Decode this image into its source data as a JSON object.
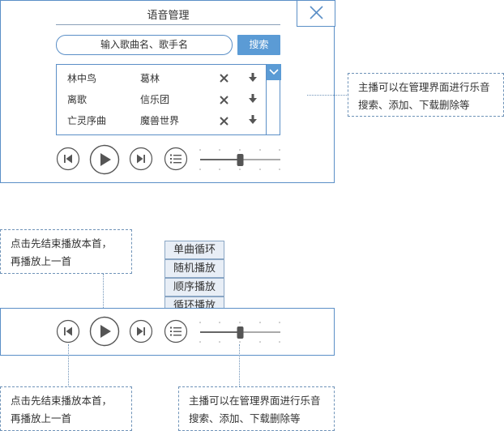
{
  "manager": {
    "title": "语音管理",
    "search_placeholder": "输入歌曲名、歌手名",
    "search_button": "搜索",
    "songs": [
      {
        "title": "林中鸟",
        "artist": "葛林"
      },
      {
        "title": "离歌",
        "artist": "信乐团"
      },
      {
        "title": "亡灵序曲",
        "artist": "魔兽世界"
      }
    ]
  },
  "notes": {
    "manage_note": "主播可以在管理界面进行乐音搜索、添加、下载删除等",
    "prev_note": "点击先结束播放本首，再播放上一首",
    "bottom_prev_note": "点击先结束播放本首，再播放上一首",
    "bottom_manage_note": "主播可以在管理界面进行乐音搜索、添加、下载删除等"
  },
  "play_modes": [
    "单曲循环",
    "随机播放",
    "顺序播放",
    "循环播放"
  ],
  "player": {
    "volume": 0.5
  },
  "colors": {
    "border": "#5b8fc7",
    "accent": "#5b9bd5",
    "icon": "#555555"
  },
  "icons": [
    "close-icon",
    "delete-icon",
    "download-icon",
    "chevron-down-icon",
    "previous-icon",
    "play-icon",
    "next-icon",
    "playlist-icon"
  ]
}
